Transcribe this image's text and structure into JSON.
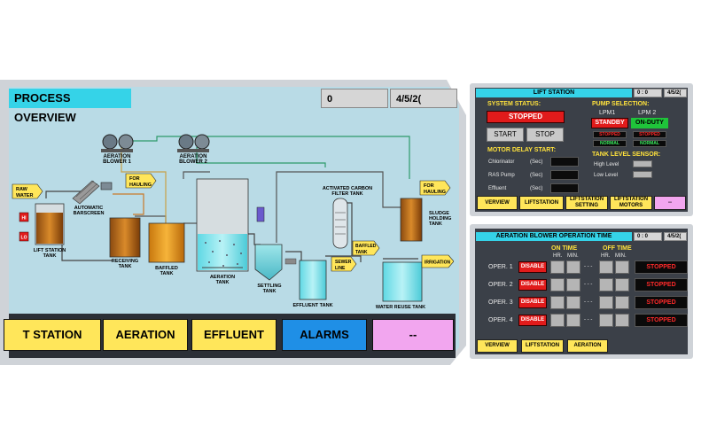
{
  "main": {
    "title": "PROCESS OVERVIEW",
    "field1": "0",
    "field2": "4/5/2(",
    "labels": {
      "aeration_blower_1": [
        "AERATION",
        "BLOWER 1"
      ],
      "aeration_blower_2": [
        "AERATION",
        "BLOWER 2"
      ],
      "raw_water": [
        "RAW",
        "WATER"
      ],
      "for_hauling_1": [
        "FOR",
        "HAULING"
      ],
      "for_hauling_2": [
        "FOR",
        "HAULING"
      ],
      "automatic_barscreen": [
        "AUTOMATIC",
        "BARSCREEN"
      ],
      "lift_station_tank": [
        "LIFT STATION",
        "TANK"
      ],
      "receiving_tank": [
        "RECEIVING",
        "TANK"
      ],
      "baffled_tank": [
        "BAFFLED",
        "TANK"
      ],
      "aeration_tank": [
        "AERATION",
        "TANK"
      ],
      "settling_tank": [
        "SETTLING",
        "TANK"
      ],
      "activated_carbon": [
        "ACTIVATED CARBON",
        "FILTER TANK"
      ],
      "sludge_holding": [
        "SLUDGE",
        "HOLDING",
        "TANK"
      ],
      "baffled_tank_tag": [
        "BAFFLED",
        "TANK"
      ],
      "sewer_line": [
        "SEWER",
        "LINE"
      ],
      "irrigation": "IRRIGATION",
      "effluent_tank": "EFFLUENT TANK",
      "water_reuse_tank": "WATER REUSE TANK",
      "hi": "HI",
      "lo": "LO"
    },
    "nav": [
      "T STATION",
      "AERATION",
      "EFFLUENT",
      "ALARMS",
      "--"
    ]
  },
  "lift": {
    "title": "LIFT STATION",
    "field1": "0 : 0",
    "field2": "4/5/2(",
    "system_status_label": "SYSTEM STATUS:",
    "status_value": "STOPPED",
    "start_label": "START",
    "stop_label": "STOP",
    "motor_delay_label": "MOTOR DELAY START:",
    "delay_rows": [
      {
        "label": "Chlorinator",
        "unit": "(Sec)"
      },
      {
        "label": "RAS Pump",
        "unit": "(Sec)"
      },
      {
        "label": "Effluent",
        "unit": "(Sec)"
      }
    ],
    "pump_selection_label": "PUMP SELECTION:",
    "lpm1": "LPM1",
    "lpm2": "LPM 2",
    "standby": "STANDBY",
    "on_duty": "ON-DUTY",
    "stopped_small": "STOPPED",
    "normal": "NORMAL",
    "tank_level_label": "TANK LEVEL SENSOR:",
    "high_level": "High Level",
    "low_level": "Low Level",
    "tabs": [
      "VERVIEW",
      "LIFTSTATION",
      "LIFTSTATION SETTING",
      "LIFTSTATION MOTORS",
      "--"
    ]
  },
  "aeration": {
    "title": "AERATION BLOWER OPERATION TIME",
    "field1": "0 : 0",
    "field2": "4/5/2(",
    "on_time": "ON TIME",
    "off_time": "OFF TIME",
    "hr": "HR.",
    "min": "MIN.",
    "sep": "- - -",
    "rows": [
      {
        "label": "OPER. 1",
        "btn": "DISABLE",
        "status": "STOPPED"
      },
      {
        "label": "OPER. 2",
        "btn": "DISABLE",
        "status": "STOPPED"
      },
      {
        "label": "OPER. 3",
        "btn": "DISABLE",
        "status": "STOPPED"
      },
      {
        "label": "OPER. 4",
        "btn": "DISABLE",
        "status": "STOPPED"
      }
    ],
    "tabs": [
      "VERVIEW",
      "LIFTSTATION",
      "AERATION"
    ]
  },
  "colors": {
    "accent_cyan": "#35d3e8",
    "button_yellow": "#ffe65a",
    "alarm_blue": "#1f8fe6",
    "pink": "#f2a6ef",
    "red": "#e11b1b",
    "green": "#1fc43a"
  }
}
